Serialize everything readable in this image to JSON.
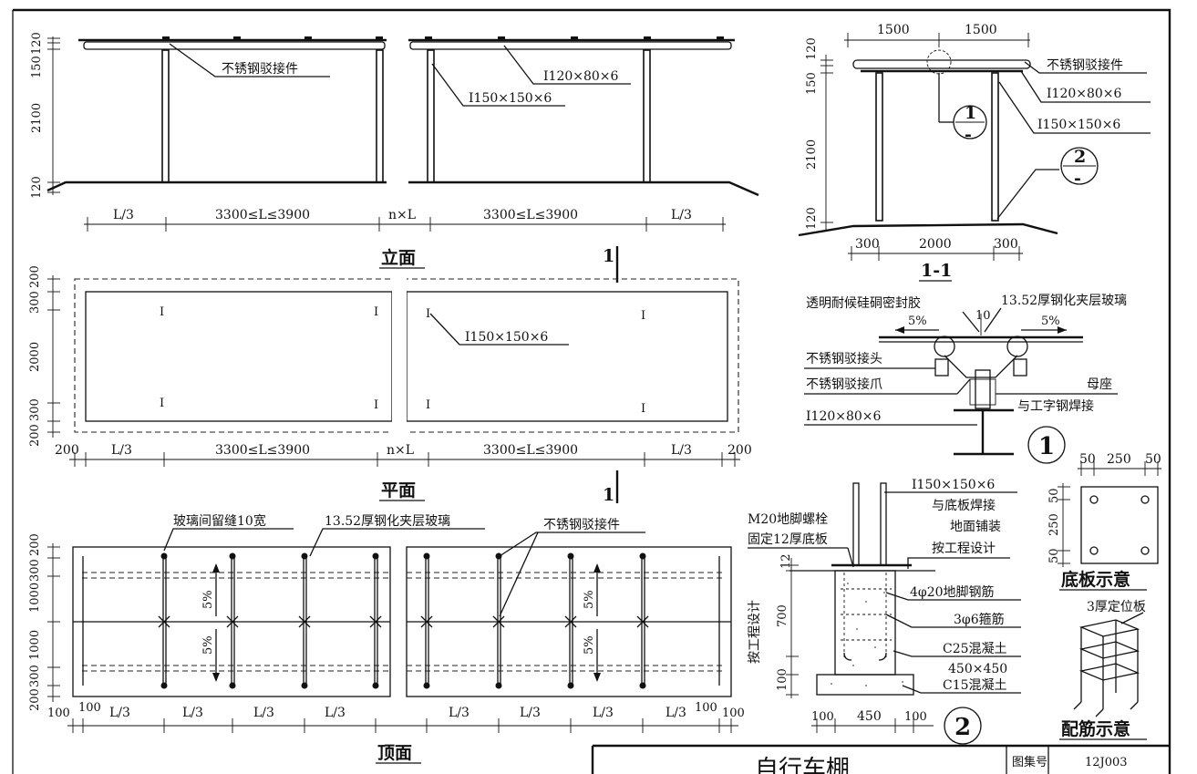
{
  "titles": {
    "elevation": "立面",
    "plan": "平面",
    "top_view": "顶面",
    "section": "1-1",
    "section_mark": "1",
    "detail1_no": "1",
    "detail2_no": "2",
    "base_plate": "底板示意",
    "rebar": "配筋示意",
    "drawing_name": "自行车棚",
    "atlas_label": "图集号",
    "atlas_no": "12J003"
  },
  "elevation": {
    "left_dims": [
      "120",
      "150",
      "2100",
      "120"
    ],
    "bottom_dims": [
      "L/3",
      "3300≤L≤3900",
      "n×L",
      "3300≤L≤3900",
      "L/3"
    ],
    "labels": {
      "connector": "不锈钢驳接件",
      "beam": "I120×80×6",
      "column": "I150×150×6"
    }
  },
  "plan": {
    "left_dims": [
      "200",
      "300",
      "2000",
      "300",
      "200"
    ],
    "bottom_dims": [
      "200",
      "L/3",
      "3300≤L≤3900",
      "n×L",
      "3300≤L≤3900",
      "L/3",
      "200"
    ],
    "column_label": "I150×150×6"
  },
  "top_view": {
    "left_dims": [
      "200",
      "300",
      "1000",
      "1000",
      "300",
      "200"
    ],
    "bottom_dims": [
      "100",
      "100",
      "L/3",
      "L/3",
      "L/3",
      "L/3",
      "L/3",
      "L/3",
      "L/3",
      "L/3",
      "100",
      "100"
    ],
    "slope": "5%",
    "labels": {
      "gap": "玻璃间留缝10宽",
      "glass": "13.52厚钢化夹层玻璃",
      "connector": "不锈钢驳接件"
    }
  },
  "section": {
    "top_dims": [
      "1500",
      "1500"
    ],
    "left_dims": [
      "120",
      "150",
      "2100",
      "120"
    ],
    "bottom_dims": [
      "300",
      "2000",
      "300"
    ],
    "labels": {
      "connector": "不锈钢驳接件",
      "beam": "I120×80×6",
      "column": "I150×150×6"
    },
    "callouts": [
      "1",
      "2"
    ]
  },
  "detail1": {
    "sealant": "透明耐候硅硐密封胶",
    "glass": "13.52厚钢化夹层玻璃",
    "gap": "10",
    "slope_left": "5%",
    "slope_right": "5%",
    "head": "不锈钢驳接头",
    "claw": "不锈钢驳接爪",
    "seat": "母座",
    "weld": "与工字钢焊接",
    "beam": "I120×80×6"
  },
  "detail2": {
    "column": "I150×150×6",
    "weld_plate": "与底板焊接",
    "paving": "地面铺装",
    "by_design": "按工程设计",
    "bolt": "M20地脚螺栓",
    "plate": "固定12厚底板",
    "bar_main": "4φ20地脚钢筋",
    "stirrup": "3φ6箍筋",
    "c25": "C25混凝土",
    "size": "450×450",
    "c15": "C15混凝土",
    "depth_note": "按工程设计",
    "dims_v": [
      "12",
      "700",
      "100"
    ],
    "dims_h": [
      "100",
      "450",
      "100"
    ]
  },
  "base_plate": {
    "top_dims": [
      "50",
      "250",
      "50"
    ],
    "right_dims": [
      "50",
      "250",
      "50"
    ]
  },
  "rebar": {
    "plate": "3厚定位板"
  }
}
